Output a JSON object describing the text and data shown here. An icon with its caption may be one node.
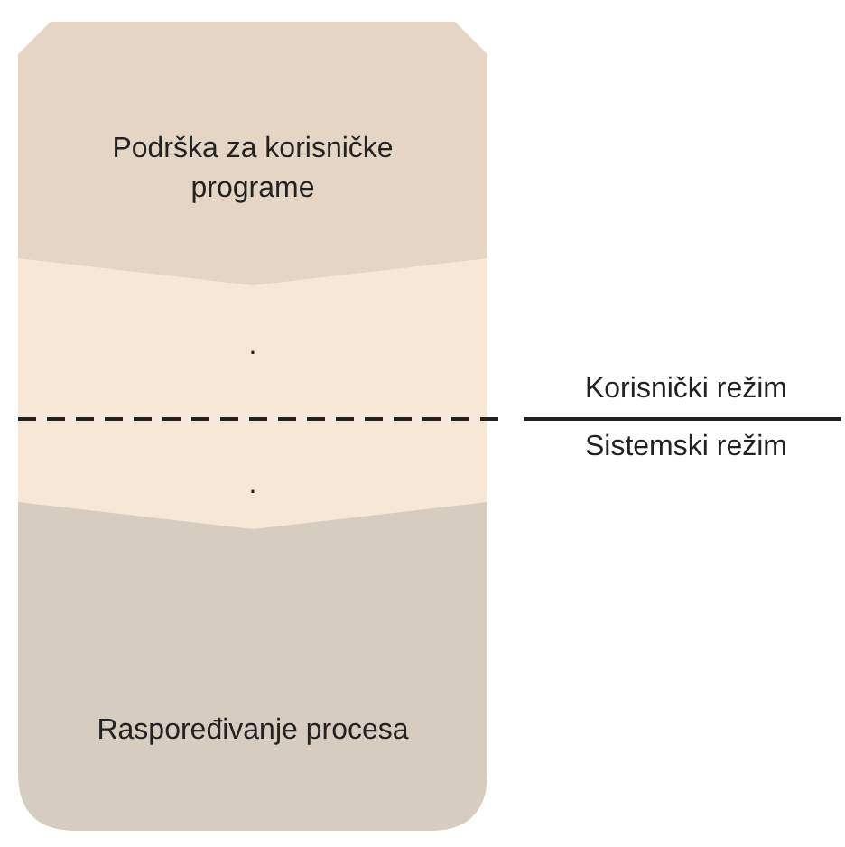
{
  "diagram": {
    "nodes": [
      {
        "text": [
          "Podrška za korisničke programe"
        ]
      },
      {
        "text": [
          "."
        ]
      },
      {
        "text": [
          "."
        ]
      },
      {
        "text": [
          "Raspoređivanje procesa"
        ]
      }
    ],
    "labels": [
      "Korisnički režim",
      "Sistemski režim"
    ]
  }
}
